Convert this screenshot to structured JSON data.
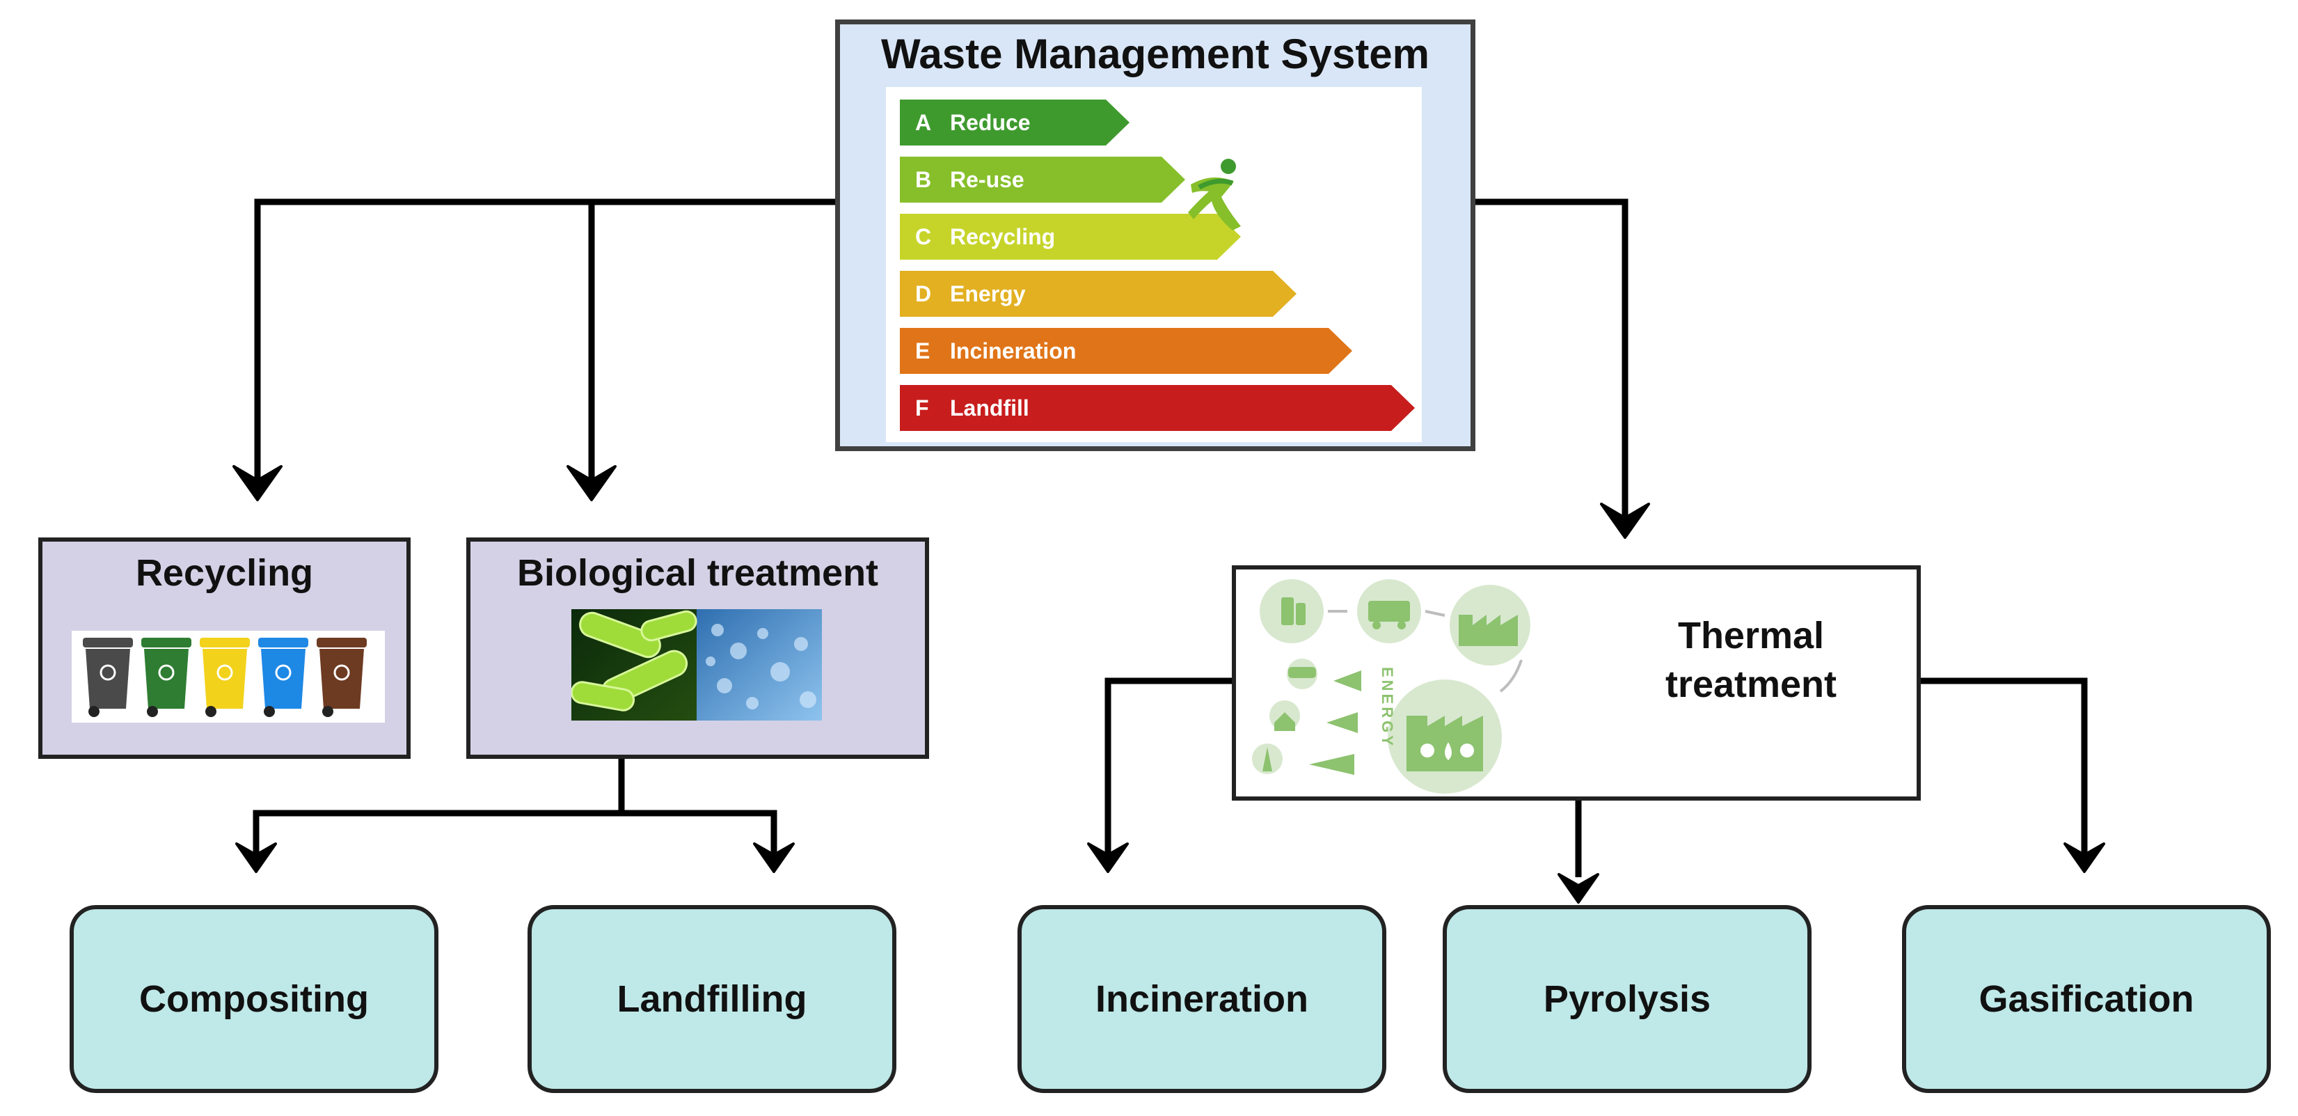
{
  "main": {
    "title": "Waste Management System",
    "ladder": [
      {
        "letter": "A",
        "label": "Reduce",
        "color": "#3f9a2e"
      },
      {
        "letter": "B",
        "label": "Re-use",
        "color": "#86bf2a"
      },
      {
        "letter": "C",
        "label": "Recycling",
        "color": "#c6d42a"
      },
      {
        "letter": "D",
        "label": "Energy",
        "color": "#e2b021"
      },
      {
        "letter": "E",
        "label": "Incineration",
        "color": "#e07418"
      },
      {
        "letter": "F",
        "label": "Landfill",
        "color": "#c81d1d"
      }
    ]
  },
  "recycling": {
    "title": "Recycling",
    "bin_colors": [
      "#4a4a4a",
      "#2e7d32",
      "#f2d21b",
      "#1e88e5",
      "#6d3b22"
    ]
  },
  "biological": {
    "title": "Biological treatment"
  },
  "thermal": {
    "label_line1": "Thermal",
    "label_line2": "treatment",
    "diagram_words": [
      "ENERGY"
    ]
  },
  "leaves": {
    "compositing": "Compositing",
    "landfilling": "Landfilling",
    "incineration": "Incineration",
    "pyrolysis": "Pyrolysis",
    "gasification": "Gasification"
  },
  "colors": {
    "main_bg": "#d9e6f7",
    "category_bg": "#d4d1e6",
    "leaf_bg": "#bfe8e8",
    "line": "#000000",
    "thermal_green": "#8dc26f"
  }
}
